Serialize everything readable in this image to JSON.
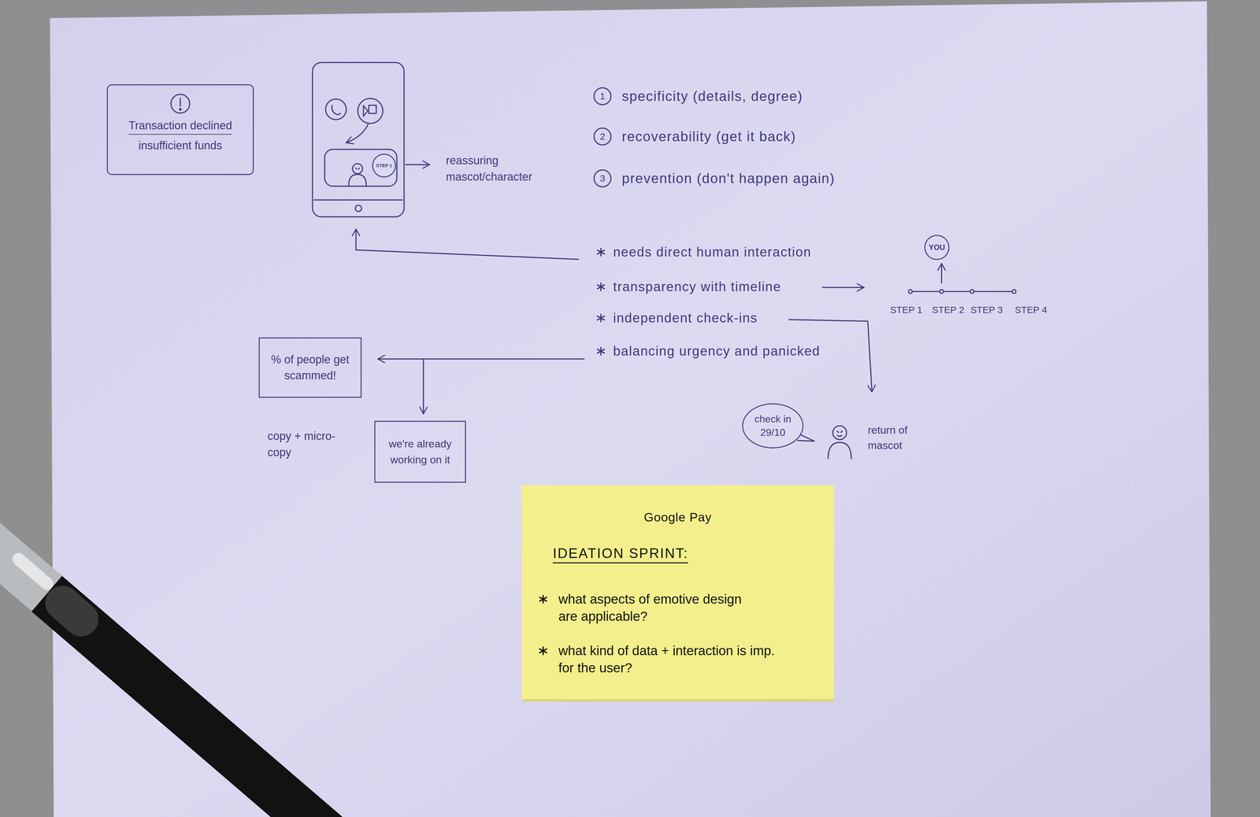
{
  "diagram": {
    "nodes": [
      {
        "text": [
          "Transaction declined",
          "insufficient funds"
        ]
      },
      {
        "text": [
          "STEP 1"
        ]
      },
      {
        "text": [
          "YOU"
        ]
      },
      {
        "text": [
          "% of people get scammed!"
        ]
      },
      {
        "text": [
          "we're already working on it"
        ]
      },
      {
        "text": [
          "check in 29/10"
        ]
      },
      {
        "text": [
          "Google Pay",
          "IDEATION SPRINT:",
          "what aspects of emotive design are applicable?",
          "what kind of data + interaction is imp. for the user?"
        ]
      }
    ],
    "labels": [
      "reassuring mascot/character",
      "1",
      "specificity (details, degree)",
      "2",
      "recoverability (get it back)",
      "3",
      "prevention (don't happen again)",
      "needs direct human interaction",
      "transparency with timeline",
      "independent check-ins",
      "balancing urgency and panicked",
      "STEP 1",
      "STEP 2",
      "STEP 3",
      "STEP 4",
      "copy + micro-copy",
      "return of mascot"
    ]
  }
}
